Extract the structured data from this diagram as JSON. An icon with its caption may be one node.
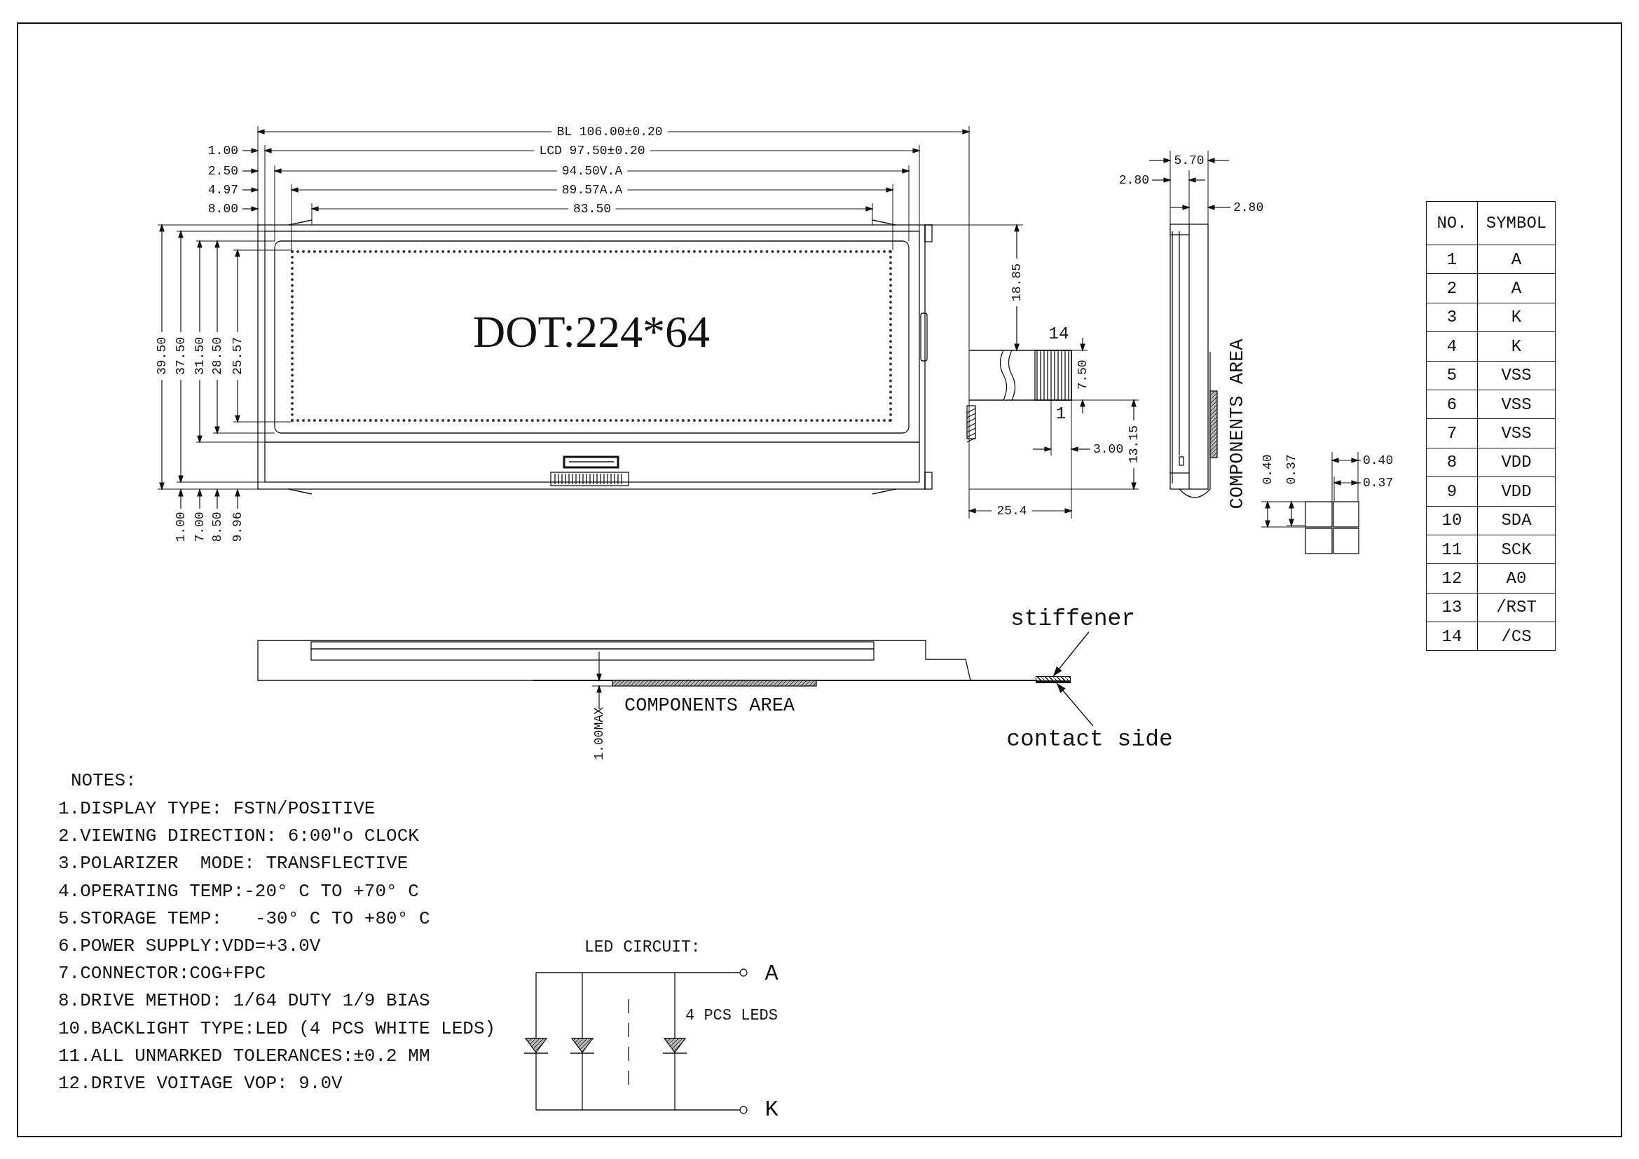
{
  "diagram": {
    "nodes": [
      {
        "text": [
          "DOT:224*64"
        ]
      },
      {
        "text": [
          "stiffener"
        ]
      },
      {
        "text": [],
        "shape": "bar"
      },
      {
        "text": [
          "contact side"
        ]
      },
      {
        "text": [],
        "shape": "bar"
      }
    ],
    "edges": [
      {
        "from": 1,
        "to": 2,
        "arrow": "to"
      },
      {
        "from": 3,
        "to": 4,
        "arrow": "to"
      }
    ],
    "labels": [
      "BL 106.00±0.20",
      "1.00",
      "LCD 97.50±0.20",
      "2.50",
      "94.50V.A",
      "4.97",
      "89.57A.A",
      "8.00",
      "83.50",
      "5.70",
      "2.80",
      "2.80",
      "18.85",
      "14",
      "7.50",
      "1",
      "3.00",
      "13.15",
      "39.50",
      "37.50",
      "31.50",
      "28.50",
      "25.57",
      "1.00",
      "7.00",
      "8.50",
      "9.96",
      "25.4",
      "COMPONENTS AREA",
      "0.40",
      "0.37",
      "0.40",
      "0.37",
      "NO.",
      "SYMBOL",
      "1",
      "A",
      "2",
      "A",
      "3",
      "K",
      "4",
      "K",
      "5",
      "VSS",
      "6",
      "VSS",
      "7",
      "VSS",
      "8",
      "VDD",
      "9",
      "VDD",
      "10",
      "SDA",
      "11",
      "SCK",
      "12",
      "A0",
      "13",
      "/RST",
      "14",
      "/CS",
      "COMPONENTS AREA",
      "1.00MAX",
      "NOTES:",
      "1.DISPLAY TYPE: FSTN/POSITIVE",
      "2.VIEWING DIRECTION: 6:00″o CLOCK",
      "3.POLARIZER  MODE: TRANSFLECTIVE",
      "4.OPERATING TEMP:-20° C TO +70° C",
      "5.STORAGE TEMP:   -30° C TO +80° C",
      "6.POWER SUPPLY:VDD=+3.0V",
      "7.CONNECTOR:COG+FPC",
      "8.DRIVE METHOD: 1/64 DUTY 1/9 BIAS",
      "10.BACKLIGHT TYPE:LED (4 PCS WHITE LEDS)",
      "11.ALL UNMARKED TOLERANCES:±0.2 MM",
      "12.DRIVE VOITAGE VOP: 9.0V",
      "LED CIRCUIT:",
      "A",
      "4 PCS LEDS",
      "K"
    ]
  }
}
